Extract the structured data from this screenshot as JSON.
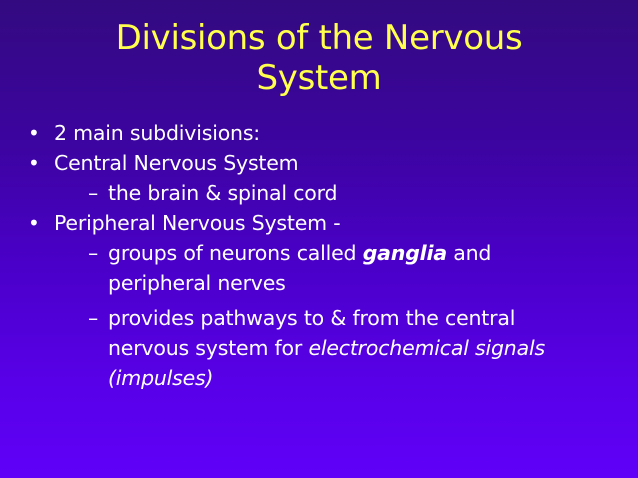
{
  "slide": {
    "title_line1": "Divisions of the Nervous",
    "title_line2": "System",
    "colors": {
      "title": "#ffff4d",
      "body_text": "#ffffff",
      "background_top": "#330a80",
      "background_bottom": "#6000f8"
    },
    "bullets": [
      {
        "marker": "•",
        "text": "2 main subdivisions:"
      },
      {
        "marker": "•",
        "text": "Central Nervous System"
      },
      {
        "marker": "–",
        "text": "the brain & spinal cord",
        "level": 2
      },
      {
        "marker": "•",
        "text": "Peripheral Nervous System -"
      },
      {
        "marker": "–",
        "level": 2,
        "text_before": "groups of neurons called ",
        "emphasis": "ganglia",
        "text_after": " and",
        "line2": "peripheral nerves"
      },
      {
        "marker": "–",
        "level": 2,
        "line1": "provides pathways to & from the central",
        "line2_before": "nervous system for ",
        "line2_italic": "electrochemical signals",
        "line3_italic": "(impulses)"
      }
    ]
  }
}
